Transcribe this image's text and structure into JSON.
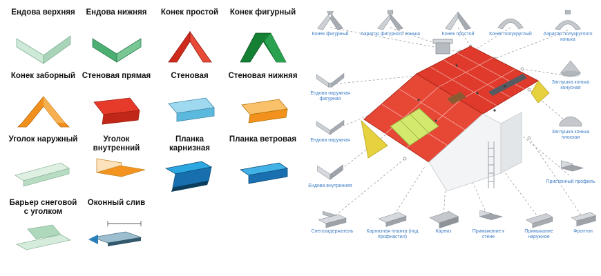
{
  "accent_colors": {
    "roof_red": "#df3a2b",
    "label_blue": "#3f7ec6",
    "highlight_yellow": "#e6d23f",
    "highlight_green_sheet": "#d3e96d"
  },
  "left_panel": {
    "items": [
      {
        "label": "Ендова верхняя",
        "icon": "valley-top-icon",
        "color": "#cfe9d8"
      },
      {
        "label": "Ендова нижняя",
        "icon": "valley-bottom-icon",
        "color": "#4caf72"
      },
      {
        "label": "Конек простой",
        "icon": "ridge-simple-icon",
        "color": "#cf2b1d"
      },
      {
        "label": "Конек фигурный",
        "icon": "ridge-figured-icon",
        "color": "#158034"
      },
      {
        "label": "Конек заборный",
        "icon": "ridge-fence-icon",
        "color": "#f2901d"
      },
      {
        "label": "Стеновая прямая",
        "icon": "wall-straight-icon",
        "color": "#e63a2a"
      },
      {
        "label": "Стеновая",
        "icon": "wall-plank-icon",
        "color": "#9ed9f0"
      },
      {
        "label": "Стеновая нижняя",
        "icon": "wall-bottom-icon",
        "color": "#f2921d"
      },
      {
        "label": "Уголок наружный",
        "icon": "corner-outer-icon",
        "color": "#dff0e3"
      },
      {
        "label": "Уголок внутренний",
        "icon": "corner-inner-icon",
        "color": "#f2941f"
      },
      {
        "label": "Планка карнизная",
        "icon": "eaves-strip-icon",
        "color": "#2da7e0"
      },
      {
        "label": "Планка ветровая",
        "icon": "wind-strip-icon",
        "color": "#41b1e6"
      },
      {
        "label": "Барьер снеговой с уголком",
        "icon": "snow-barrier-icon",
        "color": "#d5ecdc"
      },
      {
        "label": "Оконный слив",
        "icon": "window-sill-icon",
        "color": "#9dbecf"
      }
    ]
  },
  "right_panel": {
    "label_color": "#3f7ec6",
    "items": [
      {
        "label": "Конек фигурный",
        "icon": "ridge-figured-gray-icon"
      },
      {
        "label": "Аэратор фигурного конька",
        "icon": "aerator-figured-icon"
      },
      {
        "label": "Конек простой",
        "icon": "ridge-simple-gray-icon"
      },
      {
        "label": "Конек полукруглый",
        "icon": "ridge-halfround-icon"
      },
      {
        "label": "Аэратор полукруглого конька",
        "icon": "aerator-halfround-icon"
      },
      {
        "label": "Ендова наружная фигурная",
        "icon": "valley-outer-figured-icon"
      },
      {
        "label": "Ендова наружная",
        "icon": "valley-outer-icon"
      },
      {
        "label": "Ендова внутренняя",
        "icon": "valley-inner-icon"
      },
      {
        "label": "Заглушка конька конусная",
        "icon": "ridge-cap-cone-icon"
      },
      {
        "label": "Заглушка конька плоская",
        "icon": "ridge-cap-flat-icon"
      },
      {
        "label": "Пристенный профиль",
        "icon": "wall-abutment-profile-icon"
      },
      {
        "label": "Снегозадержатель",
        "icon": "snow-guard-icon"
      },
      {
        "label": "Карнизная планка (под профнастил)",
        "icon": "eaves-strip-gray-icon"
      },
      {
        "label": "Карниз",
        "icon": "cornice-icon"
      },
      {
        "label": "Примыкание к стене",
        "icon": "abutment-wall-icon"
      },
      {
        "label": "Примыкание наружное",
        "icon": "abutment-outer-icon"
      },
      {
        "label": "Фронтон",
        "icon": "gable-strip-icon"
      }
    ]
  }
}
